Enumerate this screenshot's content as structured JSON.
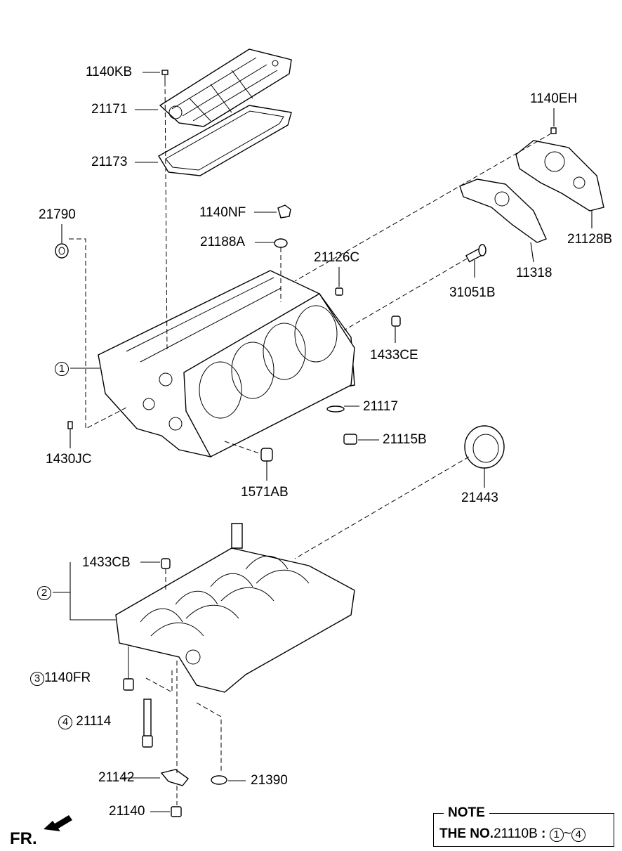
{
  "labels": {
    "p1140KB": "1140KB",
    "p21171": "21171",
    "p21173": "21173",
    "p1140EH": "1140EH",
    "p21790": "21790",
    "p1140NF": "1140NF",
    "p21188A": "21188A",
    "p21128B": "21128B",
    "p21126C": "21126C",
    "p11318": "11318",
    "p31051B": "31051B",
    "p1433CE": "1433CE",
    "p21117": "21117",
    "p21115B": "21115B",
    "p1430JC": "1430JC",
    "p1571AB": "1571AB",
    "p21443": "21443",
    "p1433CB": "1433CB",
    "p1140FR": "1140FR",
    "p21114": "21114",
    "p21142": "21142",
    "p21390": "21390",
    "p21140": "21140"
  },
  "callouts": {
    "c1": "1",
    "c2": "2",
    "c3": "3",
    "c4": "4"
  },
  "note": {
    "title": "NOTE",
    "prefix": "THE NO.",
    "part": "21110B",
    "colon": " : ",
    "start": "1",
    "tilde": "~",
    "end": "4"
  },
  "direction": "FR."
}
